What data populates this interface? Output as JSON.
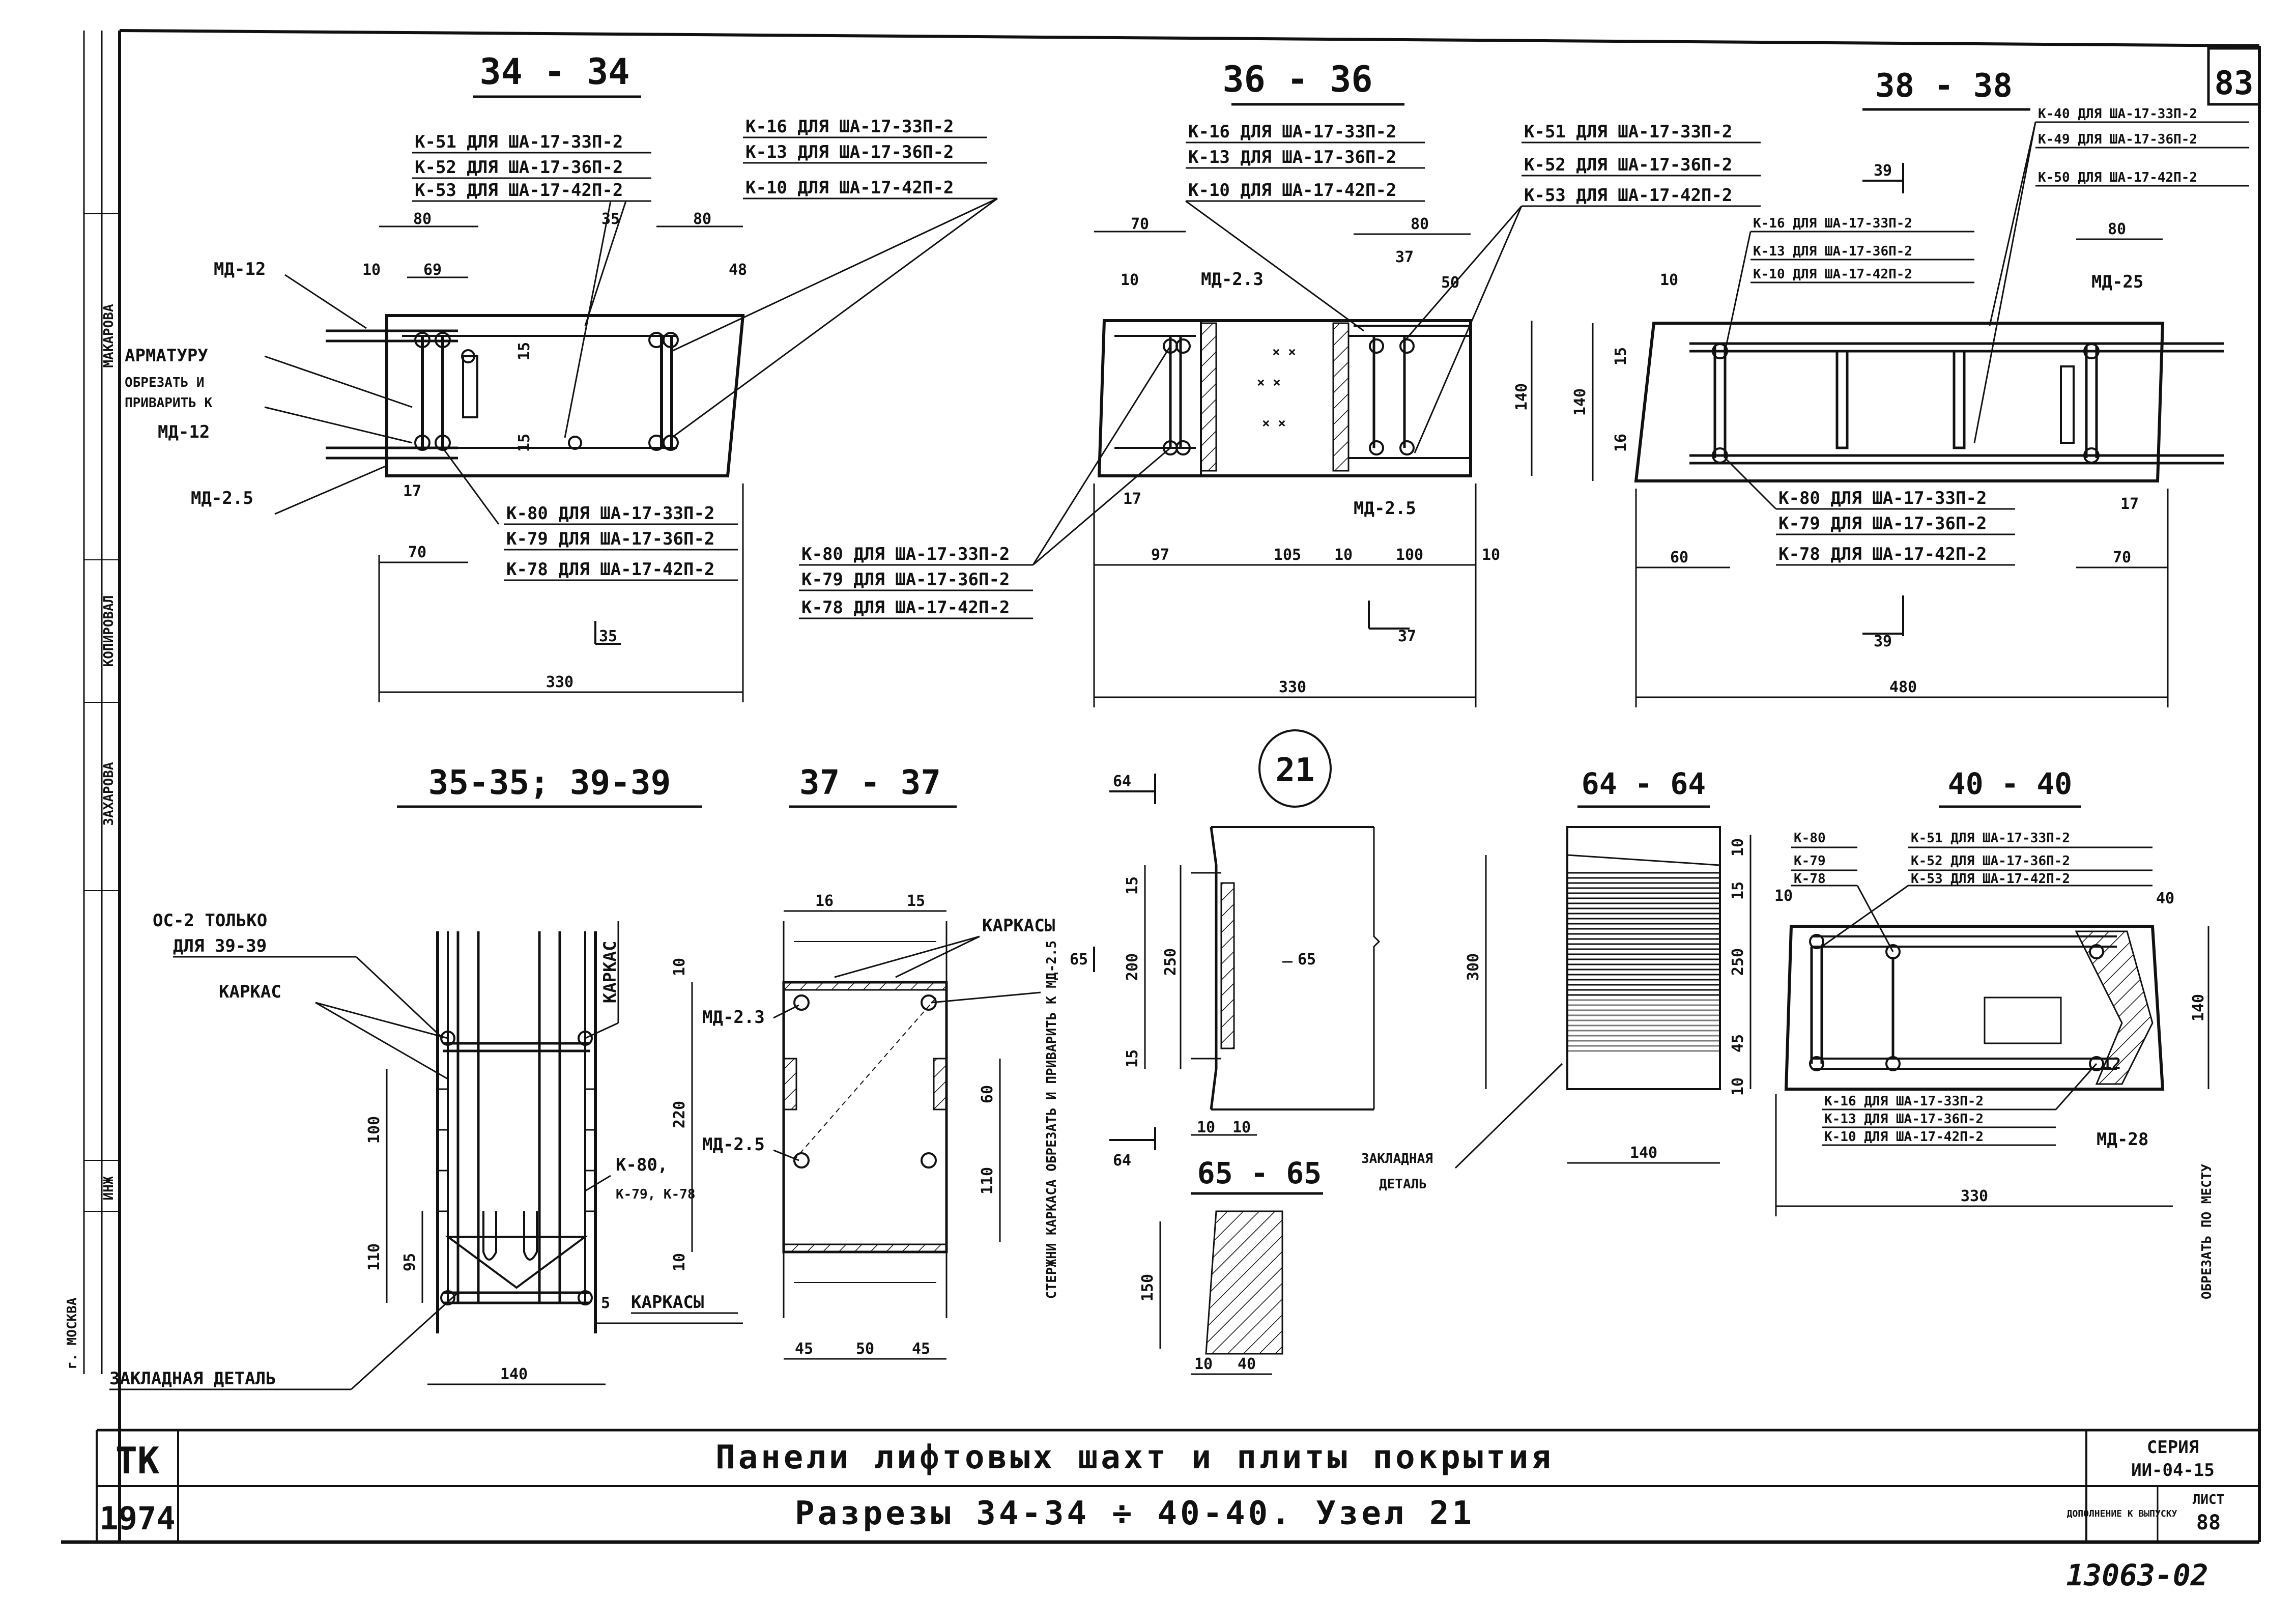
{
  "sheet": {
    "page_number": "83",
    "sheet_no": "88",
    "drawing_no": "13063-02",
    "series_label": "СЕРИЯ",
    "series": "ИИ-04-15",
    "addition_label": "ДОПОЛНЕНИЕ К ВЫПУСКУ",
    "sheet_label": "ЛИСТ",
    "org": "ТК",
    "year": "1974",
    "title_line1": "Панели лифтовых шахт и плиты покрытия",
    "title_line2": "Разрезы 34-34 ÷ 40-40. Узел 21"
  },
  "margin_stamps": [
    "МАКАРОВА",
    "КОПИРОВАЛ",
    "ЗАХАРОВА",
    "ИНЖ",
    "г. МОСКВА"
  ],
  "sections": {
    "s34": {
      "title": "34 - 34",
      "callout_a": [
        "К-51 ДЛЯ ША-17-33П-2",
        "К-52 ДЛЯ ША-17-36П-2",
        "К-53 ДЛЯ ША-17-42П-2"
      ],
      "callout_b": [
        "К-16 ДЛЯ ША-17-33П-2",
        "К-13 ДЛЯ ША-17-36П-2",
        "К-10 ДЛЯ ША-17-42П-2"
      ],
      "callout_c": [
        "К-80 ДЛЯ ША-17-33П-2",
        "К-79 ДЛЯ ША-17-36П-2",
        "К-78 ДЛЯ ША-17-42П-2"
      ],
      "md12": "МД-12",
      "md25": "МД-2.5",
      "note": [
        "АРМАТУРУ",
        "ОБРЕЗАТЬ И",
        "ПРИВАРИТЬ К",
        "МД-12"
      ],
      "cut": "35",
      "dims": {
        "top_left": "80",
        "top_right": "80",
        "d69": "69",
        "d10": "10",
        "d15a": "15",
        "d15b": "15",
        "d17": "17",
        "d70": "70",
        "total": "330",
        "d48": "48"
      }
    },
    "s36": {
      "title": "36 - 36",
      "callout_a": [
        "К-16 ДЛЯ ША-17-33П-2",
        "К-13 ДЛЯ ША-17-36П-2",
        "К-10 ДЛЯ ША-17-42П-2"
      ],
      "callout_b": [
        "К-51 ДЛЯ ША-17-33П-2",
        "К-52 ДЛЯ ША-17-36П-2",
        "К-53 ДЛЯ ША-17-42П-2"
      ],
      "callout_c": [
        "К-80 ДЛЯ ША-17-33П-2",
        "К-79 ДЛЯ ША-17-36П-2",
        "К-78 ДЛЯ ША-17-42П-2"
      ],
      "md23": "МД-2.3",
      "md25": "МД-2.5",
      "cut": "37",
      "dims": {
        "d70": "70",
        "d10": "10",
        "d80": "80",
        "d37": "37",
        "d50": "50",
        "d140": "140",
        "d17": "17",
        "d97": "97",
        "d105": "105",
        "d100": "100",
        "d10b": "10",
        "d10c": "10",
        "total": "330"
      }
    },
    "s38": {
      "title": "38 - 38",
      "callout_a": [
        "К-40 ДЛЯ ША-17-33П-2",
        "К-49 ДЛЯ ША-17-36П-2",
        "К-50 ДЛЯ ША-17-42П-2"
      ],
      "callout_b": [
        "К-16 ДЛЯ ША-17-33П-2",
        "К-13 ДЛЯ ША-17-36П-2",
        "К-10 ДЛЯ ША-17-42П-2"
      ],
      "callout_c": [
        "К-80 ДЛЯ ША-17-33П-2",
        "К-79 ДЛЯ ША-17-36П-2",
        "К-78 ДЛЯ ША-17-42П-2"
      ],
      "md25": "МД-25",
      "cut": "39",
      "dims": {
        "d80": "80",
        "d10": "10",
        "d140": "140",
        "d15": "15",
        "d16": "16",
        "d60": "60",
        "d17": "17",
        "d70": "70",
        "total": "480"
      }
    },
    "s35": {
      "title": "35-35; 39-39",
      "note_oc": [
        "ОС-2 ТОЛЬКО",
        "ДЛЯ 39-39"
      ],
      "karkas": "КАРКАС",
      "karkas_v": "КАРКАС",
      "k80": "К-80,",
      "k79": "К-79, К-78",
      "embedded": "ЗАКЛАДНАЯ ДЕТАЛЬ",
      "karkasy": "КАРКАСЫ",
      "dims": {
        "d100": "100",
        "d110": "110",
        "d95": "95",
        "d5": "5",
        "d140": "140"
      }
    },
    "s37": {
      "title": "37 - 37",
      "karkasy": "КАРКАСЫ",
      "md23": "МД-2.3",
      "md25": "МД-2.5",
      "note_v": "СТЕРЖНИ КАРКАСА ОБРЕЗАТЬ И ПРИВАРИТЬ К МД-2.5",
      "dims": {
        "d16": "16",
        "d15": "15",
        "d10a": "10",
        "d220": "220",
        "d10b": "10",
        "d60": "60",
        "d110": "110",
        "d45a": "45",
        "d50": "50",
        "d45b": "45"
      }
    },
    "node21": {
      "label": "21",
      "cut64": "64",
      "cut65": "65",
      "dims": {
        "d15a": "15",
        "d200": "200",
        "d250": "250",
        "d15b": "15",
        "d10a": "10",
        "d10b": "10"
      }
    },
    "s65": {
      "title": "65 - 65",
      "dims": {
        "d150": "150",
        "d10": "10",
        "d40": "40"
      }
    },
    "s64": {
      "title": "64 - 64",
      "embedded": [
        "ЗАКЛАДНАЯ",
        "ДЕТАЛЬ"
      ],
      "dims": {
        "d300": "300",
        "d140": "140"
      }
    },
    "s40": {
      "title": "40 - 40",
      "callout_k": [
        "К-80",
        "К-79",
        "К-78"
      ],
      "callout_a": [
        "К-51 ДЛЯ ША-17-33П-2",
        "К-52 ДЛЯ ША-17-36П-2",
        "К-53 ДЛЯ ША-17-42П-2"
      ],
      "callout_b": [
        "К-16 ДЛЯ ША-17-33П-2",
        "К-13 ДЛЯ ША-17-36П-2",
        "К-10 ДЛЯ ША-17-42П-2"
      ],
      "md": "МД-28",
      "note_v": "ОБРЕЗАТЬ ПО МЕСТУ",
      "dims": {
        "d10a": "10",
        "d10b": "10",
        "d15": "15",
        "d250": "250",
        "d45": "45",
        "d10c": "10",
        "d140": "140",
        "d330": "330",
        "d12": "12",
        "d40": "40"
      }
    }
  }
}
